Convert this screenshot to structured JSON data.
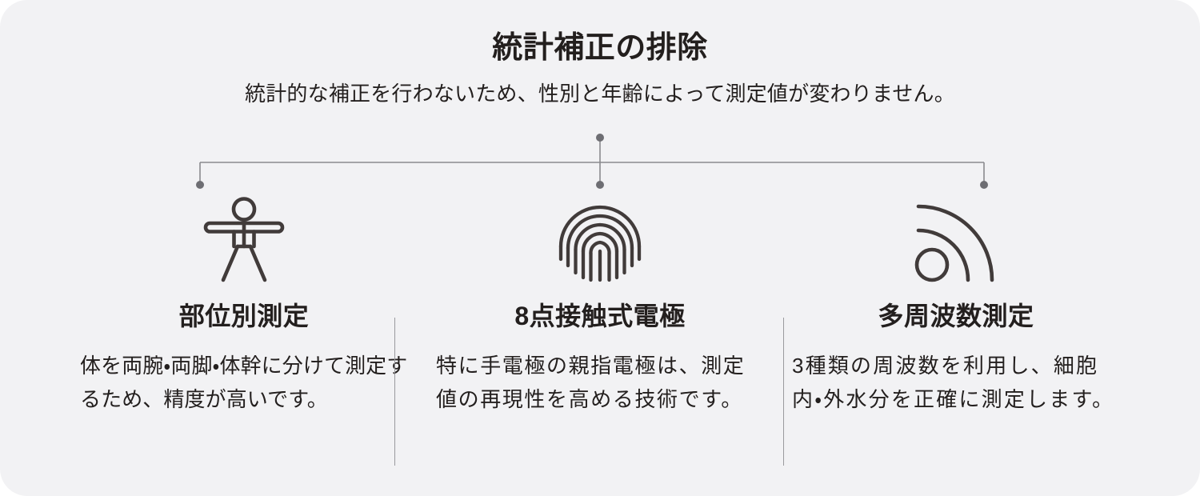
{
  "header": {
    "title": "統計補正の排除",
    "subtitle": "統計的な補正を行わないため、性別と年齢によって測定値が変わりません。"
  },
  "colors": {
    "card_background": "#f2f2f4",
    "page_background": "#ffffff",
    "text": "#231f1e",
    "connector_line": "#8a8a8e",
    "connector_dot": "#6e6e73",
    "divider": "#9a9a9e",
    "icon_stroke": "#413b3a"
  },
  "connector": {
    "top_dot": "connector-dot",
    "center_dot": "connector-dot",
    "left_dot": "connector-dot",
    "right_dot": "connector-dot"
  },
  "columns": [
    {
      "icon": "body-figure-icon",
      "title": "部位別測定",
      "body": "体を両腕・両脚・体幹に分けて測定するため、精度が高いです。"
    },
    {
      "icon": "fingerprint-icon",
      "title": "8点接触式電極",
      "body": "特に手電極の親指電極は、測定値の再現性を高める技術です。"
    },
    {
      "icon": "signal-wave-icon",
      "title": "多周波数測定",
      "body": "3種類の周波数を利用し、細胞内・外水分を正確に測定します。"
    }
  ]
}
